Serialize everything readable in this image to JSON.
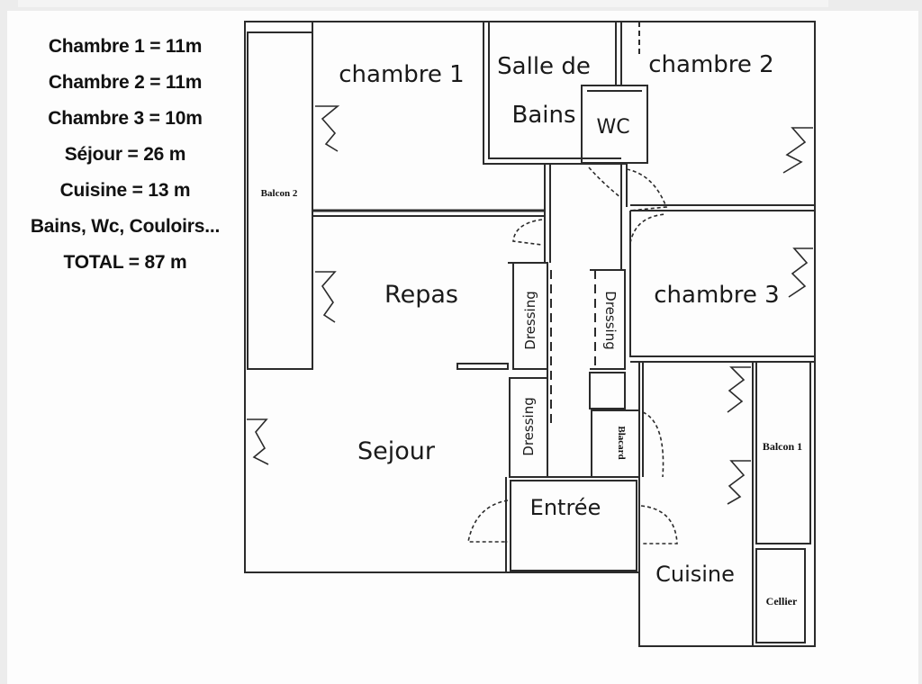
{
  "legend": [
    "Chambre 1  = 11m",
    "Chambre 2  = 11m",
    "Chambre 3 = 10m",
    "Séjour = 26 m",
    "Cuisine = 13 m",
    "Bains, Wc, Couloirs...",
    "TOTAL = 87 m"
  ],
  "rooms": {
    "chambre1": "chambre 1",
    "salle_line1": "Salle de",
    "salle_line2": "Bains",
    "wc": "WC",
    "chambre2": "chambre 2",
    "balcon2": "Balcon 2",
    "repas": "Repas",
    "dressing": "Dressing",
    "chambre3": "chambre 3",
    "sejour": "Sejour",
    "blacard": "Blacard",
    "balcon1": "Balcon 1",
    "entree": "Entrée",
    "cuisine": "Cuisine",
    "cellier": "Cellier"
  },
  "colors": {
    "paper": "#fdfdfd",
    "wall": "#2b2b2b",
    "text": "#111111"
  }
}
